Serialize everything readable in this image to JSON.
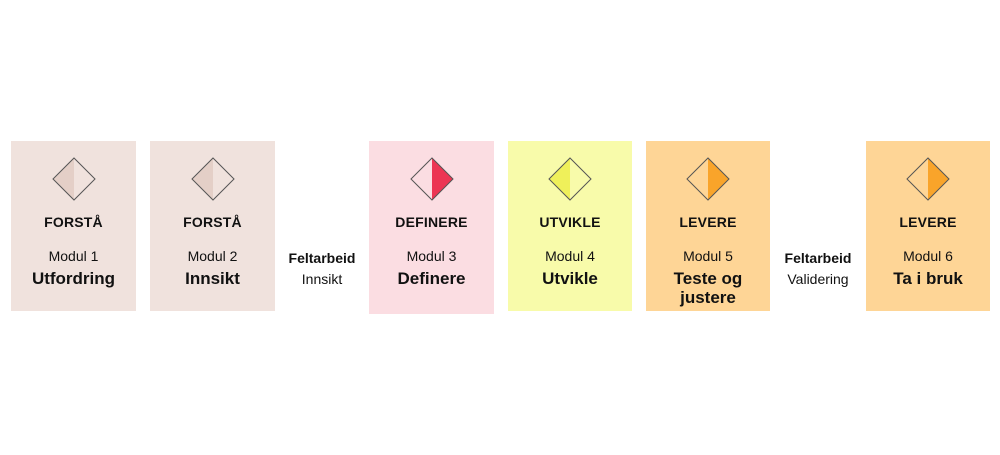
{
  "colors": {
    "beige_bg": "#f0e2dd",
    "beige_fill": "#e4cfc7",
    "pink_bg": "#fbdde2",
    "pink_fill": "#ec3553",
    "yellow_bg": "#f8fbaa",
    "yellow_fill": "#eff05a",
    "orange_bg": "#fed596",
    "orange_fill": "#f9a42a",
    "diamond_outline": "#555555"
  },
  "cards": [
    {
      "phase": "FORSTÅ",
      "module": "Modul 1",
      "title": "Utfordring",
      "icon": "diamond-icon"
    },
    {
      "phase": "FORSTÅ",
      "module": "Modul 2",
      "title": "Innsikt",
      "icon": "diamond-icon"
    },
    {
      "phase": "DEFINERE",
      "module": "Modul 3",
      "title": "Definere",
      "icon": "diamond-icon"
    },
    {
      "phase": "UTVIKLE",
      "module": "Modul 4",
      "title": "Utvikle",
      "icon": "diamond-icon"
    },
    {
      "phase": "LEVERE",
      "module": "Modul 5",
      "title": "Teste og justere",
      "icon": "diamond-icon"
    },
    {
      "phase": "LEVERE",
      "module": "Modul 6",
      "title": "Ta i bruk",
      "icon": "diamond-icon"
    }
  ],
  "fieldwork": [
    {
      "title": "Feltarbeid",
      "subtitle": "Innsikt"
    },
    {
      "title": "Feltarbeid",
      "subtitle": "Validering"
    }
  ]
}
